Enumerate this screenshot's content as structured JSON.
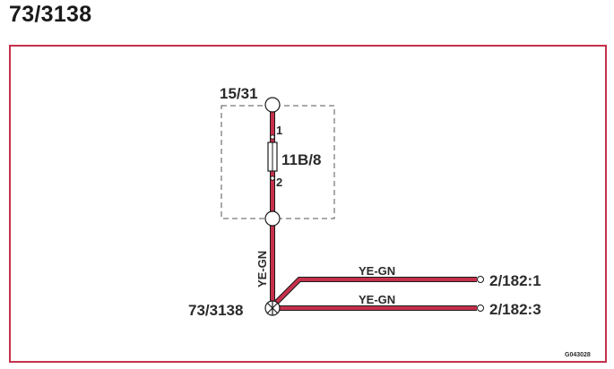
{
  "page": {
    "title": "73/3138"
  },
  "diagram": {
    "colors": {
      "frame": "#c5304b",
      "wire": "#c5304b",
      "wire_outline": "#1a1a1a",
      "text": "#2b2b2b"
    },
    "nodes": {
      "top_connector": "15/31",
      "fuse": "11B/8",
      "fuse_pin_top": "1",
      "fuse_pin_bottom": "2",
      "splice": "73/3138"
    },
    "wires": {
      "vertical": "YE-GN",
      "upper_branch": "YE-GN",
      "lower_branch": "YE-GN"
    },
    "terminals": {
      "upper": "2/182:1",
      "lower": "2/182:3"
    },
    "code": "G043028"
  }
}
